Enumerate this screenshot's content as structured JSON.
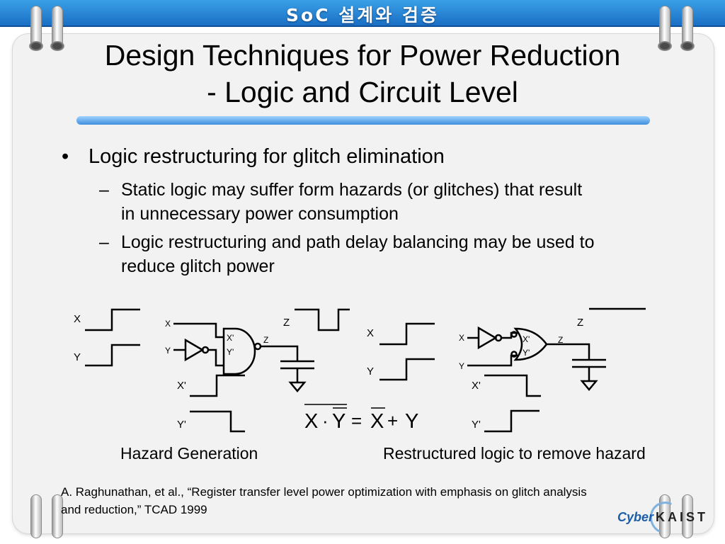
{
  "header": {
    "title": "SoC 설계와 검증"
  },
  "slide": {
    "title_line1": "Design Techniques for Power Reduction",
    "title_line2": "- Logic and Circuit Level"
  },
  "bullets": {
    "main": "Logic restructuring for glitch elimination",
    "marker": "•",
    "dash": "–",
    "sub1_line1": "Static logic may suffer form hazards (or glitches) that result",
    "sub1_line2": "in unnecessary power consumption",
    "sub2_line1": "Logic restructuring and path delay balancing may be used to",
    "sub2_line2": "reduce glitch power"
  },
  "diagram": {
    "left": {
      "label_x": "X",
      "label_y": "Y",
      "gate_x": "X",
      "gate_y": "Y",
      "in_x": "X'",
      "in_y": "Y'",
      "out_small": "Z",
      "out_z": "Z",
      "wave_x": "X'",
      "wave_y": "Y'"
    },
    "right": {
      "label_x": "X",
      "label_y": "Y",
      "gate_x": "X",
      "gate_y": "Y",
      "in_x": "X'",
      "in_y": "Y'",
      "out_small": "Z",
      "out_z": "Z",
      "wave_x": "X'",
      "wave_y": "Y'"
    },
    "equation": {
      "x": "X",
      "dot": "·",
      "y": "Y",
      "equals": "=",
      "x2": "X",
      "plus": "+",
      "y2": "Y"
    }
  },
  "captions": {
    "left": "Hazard Generation",
    "right": "Restructured logic to remove hazard"
  },
  "reference": {
    "line1": "A. Raghunathan, et al., “Register transfer level power optimization with emphasis on glitch analysis",
    "line2": "and reduction,” TCAD 1999"
  },
  "logo": {
    "cyber": "Cyber",
    "kaist": "KAIST"
  },
  "colors": {
    "header_blue": "#1a6fc4",
    "title_bar": "#3f8fdd",
    "logo_blue": "#1c5ea8"
  }
}
